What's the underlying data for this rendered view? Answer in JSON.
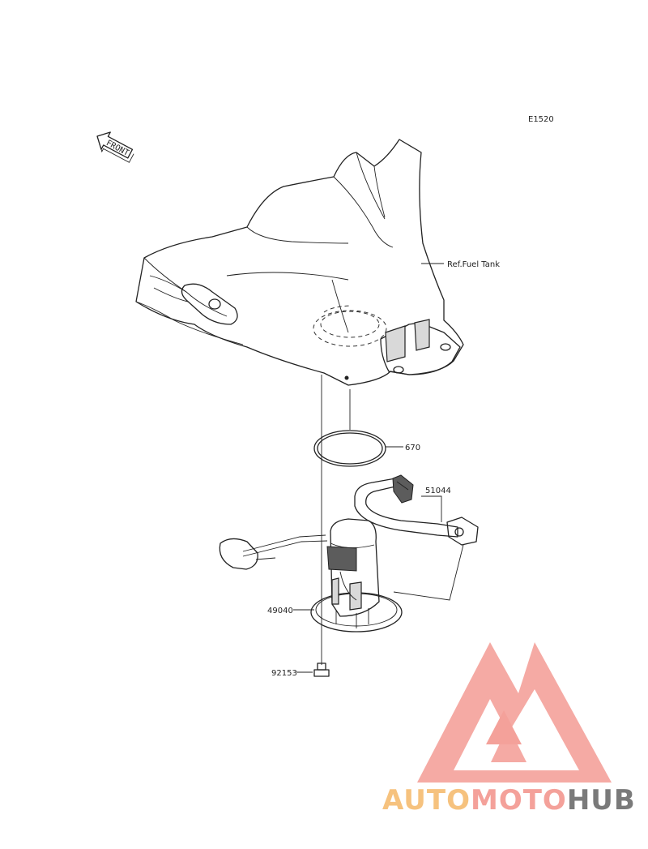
{
  "diagram_code": "E1520",
  "front_label": "FRONT",
  "callouts": {
    "fuel_tank_ref": "Ref.Fuel Tank",
    "o_ring": "670",
    "fuel_hose": "51044",
    "fuel_pump": "49040",
    "bolt": "92153"
  },
  "watermark": {
    "part1": "AUTO",
    "part2": "MOTO",
    "part3": "HUB",
    "color_primary": "#f4a19a",
    "color_secondary": "#f6c27e",
    "color_tertiary": "#7a7a7a"
  }
}
